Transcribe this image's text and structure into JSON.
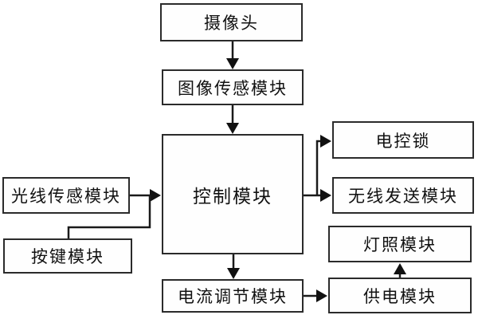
{
  "diagram": {
    "type": "block-diagram",
    "language": "zh",
    "nodes": {
      "camera": {
        "label": "摄像头"
      },
      "image_sensor": {
        "label": "图像传感模块"
      },
      "control": {
        "label": "控制模块"
      },
      "light_sensor": {
        "label": "光线传感模块"
      },
      "button": {
        "label": "按键模块"
      },
      "electric_lock": {
        "label": "电控锁"
      },
      "wireless": {
        "label": "无线发送模块"
      },
      "lighting": {
        "label": "灯照模块"
      },
      "power": {
        "label": "供电模块"
      },
      "current": {
        "label": "电流调节模块"
      }
    },
    "edges": [
      {
        "from": "camera",
        "to": "image_sensor",
        "direction": "down"
      },
      {
        "from": "image_sensor",
        "to": "control",
        "direction": "down"
      },
      {
        "from": "light_sensor",
        "to": "control",
        "direction": "right"
      },
      {
        "from": "button",
        "to": "control",
        "direction": "up-right, merges into light_sensor arrow"
      },
      {
        "from": "control",
        "to": "electric_lock",
        "direction": "right, branch up"
      },
      {
        "from": "control",
        "to": "wireless",
        "direction": "right"
      },
      {
        "from": "control",
        "to": "current",
        "direction": "down"
      },
      {
        "from": "current",
        "to": "power",
        "direction": "right"
      },
      {
        "from": "power",
        "to": "lighting",
        "direction": "up"
      }
    ],
    "colors": {
      "background": "#ffffff",
      "box_border": "#2b2b2b",
      "line": "#1a1a1a",
      "text": "#111111"
    }
  }
}
